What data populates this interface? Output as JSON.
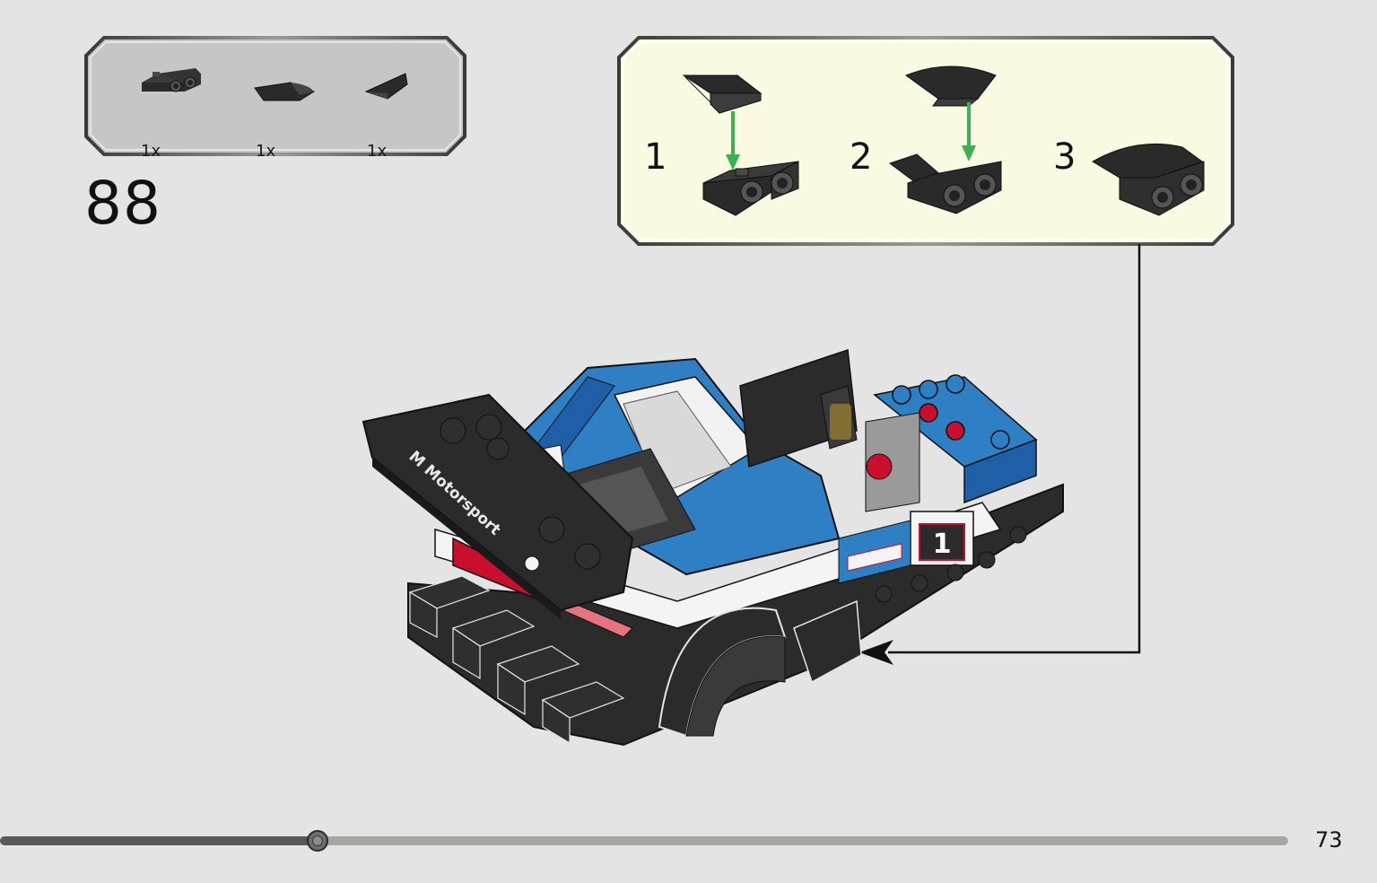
{
  "step": {
    "number": "88"
  },
  "parts_list": {
    "items": [
      {
        "icon": "bracket-plate-icon",
        "quantity": "1x"
      },
      {
        "icon": "curved-slope-icon",
        "quantity": "1x"
      },
      {
        "icon": "wedge-slope-icon",
        "quantity": "1x"
      }
    ]
  },
  "sub_assembly": {
    "steps": [
      {
        "number": "1"
      },
      {
        "number": "2"
      },
      {
        "number": "3"
      }
    ]
  },
  "model": {
    "decal_text": "M Motorsport",
    "race_number": "1"
  },
  "progress": {
    "fraction": 0.2466
  },
  "page": {
    "number": "73"
  },
  "colors": {
    "background": "#e4e4e4",
    "callout_fill": "#fafae2",
    "parts_fill": "#c6c6c6",
    "arrow_green": "#3fae55",
    "brick_blue": "#2f7fc4",
    "brick_black": "#2b2b2b",
    "brick_red": "#c8102e"
  }
}
